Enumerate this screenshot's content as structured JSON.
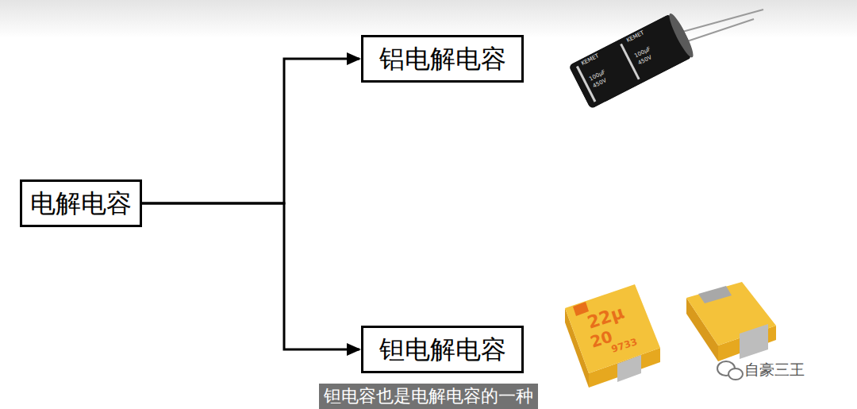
{
  "diagram": {
    "caption": "钽电容也是电解电容的一种",
    "nodes": [
      {
        "text": [
          "电解电容"
        ]
      },
      {
        "text": [
          "铝电解电容"
        ]
      },
      {
        "text": [
          "钽电解电容"
        ]
      }
    ],
    "edges": [
      {
        "from": 0,
        "to": 1,
        "arrow": "to"
      },
      {
        "from": 0,
        "to": 2,
        "arrow": "to"
      }
    ],
    "labels": [
      "KEMET",
      "KEMET",
      "100µF",
      "450V",
      "100µF",
      "450V",
      "22µ",
      "20",
      "9733",
      "自豪三王"
    ]
  }
}
